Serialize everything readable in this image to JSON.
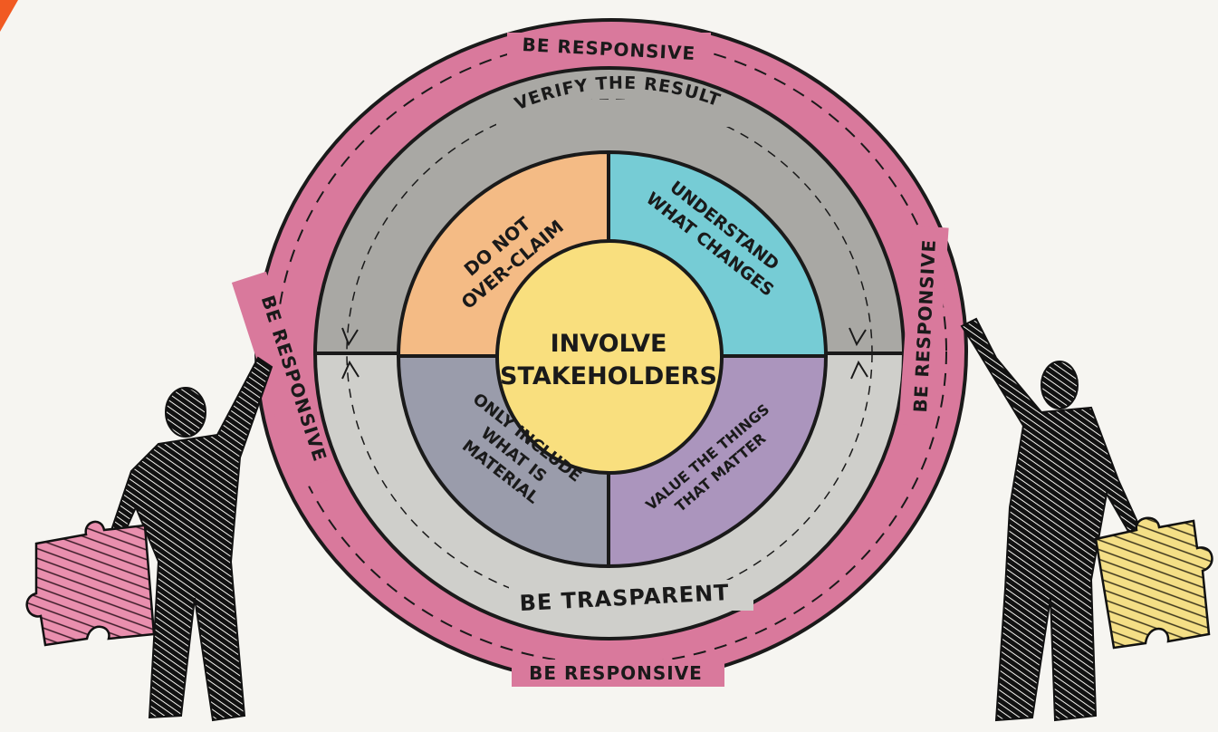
{
  "diagram": {
    "center": "INVOLVE STAKEHOLDERS",
    "center_lines": [
      "INVOLVE",
      "STAKEHOLDERS"
    ],
    "quadrants": {
      "top_left": {
        "lines": [
          "DO NOT",
          "OVER-CLAIM"
        ]
      },
      "top_right": {
        "lines": [
          "UNDERSTAND",
          "WHAT CHANGES"
        ]
      },
      "bottom_left": {
        "lines": [
          "ONLY INCLUDE",
          "WHAT IS",
          "MATERIAL"
        ]
      },
      "bottom_right": {
        "lines": [
          "VALUE THE THINGS",
          "THAT MATTER"
        ]
      }
    },
    "middle_ring": {
      "top_label": "VERIFY THE RESULT",
      "bottom_label": "BE TRASPARENT"
    },
    "outer_ring": {
      "top_label": "BE RESPONSIVE",
      "left_label": "BE RESPONSIVE",
      "right_label": "BE RESPONSIVE",
      "bottom_label": "BE RESPONSIVE"
    },
    "colors": {
      "background": "#f6f5f1",
      "outer_ring": "#d9799c",
      "ring_top": "#a9a8a4",
      "ring_bottom": "#cfcfcb",
      "quad_top_left": "#f4bb85",
      "quad_top_right": "#76ccd5",
      "quad_bottom_left": "#9a9cab",
      "quad_bottom_right": "#ab95bd",
      "center": "#f9df7e",
      "puzzle_left": "#e98fae",
      "puzzle_right": "#f4df86",
      "corner_accent": "#f15a22"
    }
  }
}
